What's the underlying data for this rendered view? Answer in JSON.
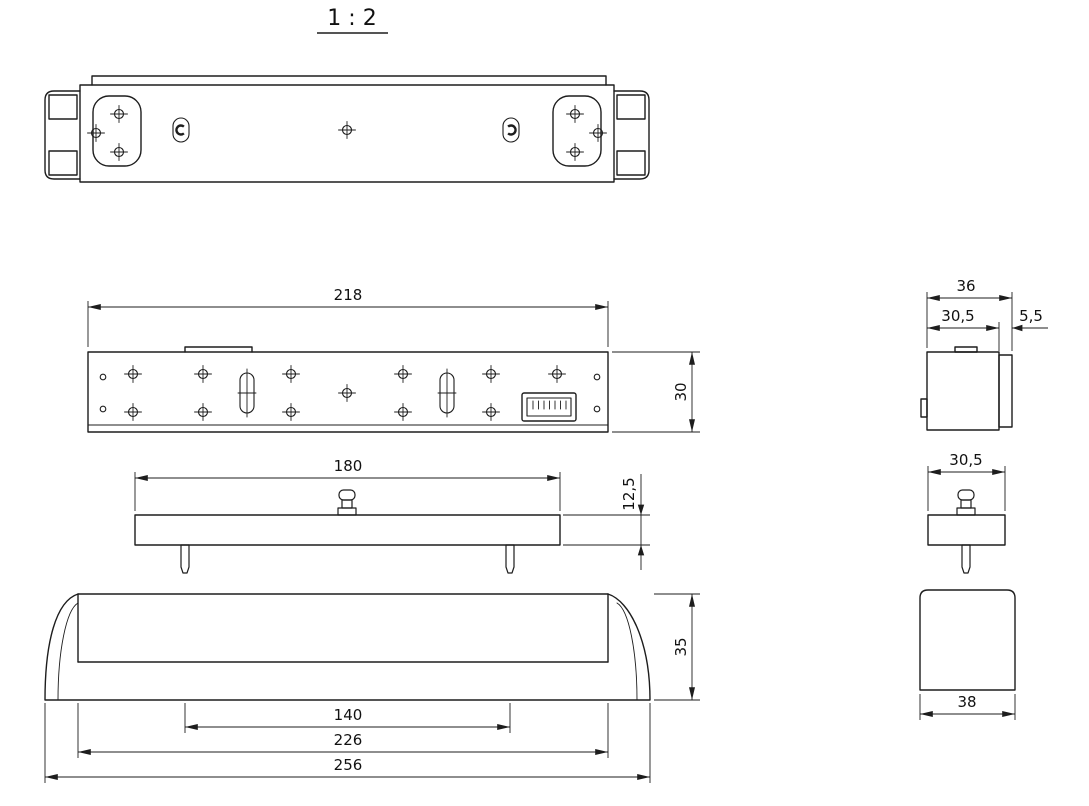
{
  "drawing": {
    "scale_label": "1 : 2"
  },
  "colors": {
    "line": "#1d1d1d",
    "background": "#ffffff"
  },
  "dimensions": {
    "front": {
      "body_length": "218",
      "body_height": "30",
      "plate_length": "180",
      "plate_thickness": "12,5",
      "housing_height": "35",
      "pin_spacing": "140",
      "housing_inner_length": "226",
      "housing_overall_length": "256"
    },
    "side": {
      "body_depth_overall": "36",
      "body_depth": "30,5",
      "lip": "5,5",
      "plate_depth": "30,5",
      "housing_depth": "38"
    }
  }
}
